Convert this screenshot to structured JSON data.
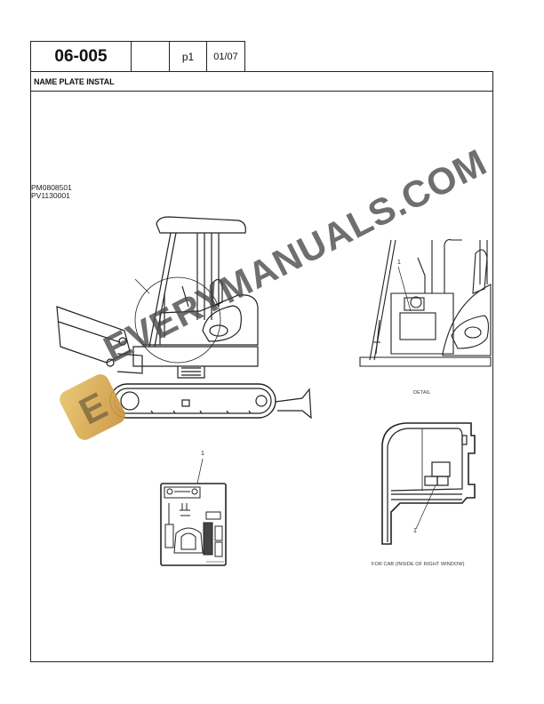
{
  "header": {
    "doc_id": "06-005",
    "blank": "",
    "page": "p1",
    "date": "01/07"
  },
  "title": "NAME PLATE INSTAL",
  "serials": [
    "PM0808501",
    "PV1130001"
  ],
  "figures": {
    "main_callout": "",
    "detail_callout": "1",
    "detail_caption": "DETAIL",
    "plate_callout": "1",
    "cab_callout": "1",
    "cab_caption": "FOR CAB (INSIDE OF RIGHT WINDOW)"
  },
  "watermark": {
    "text": "EVERYMANUALS.COM",
    "logo_letter": "E",
    "logo_color": "#d9a94a"
  }
}
